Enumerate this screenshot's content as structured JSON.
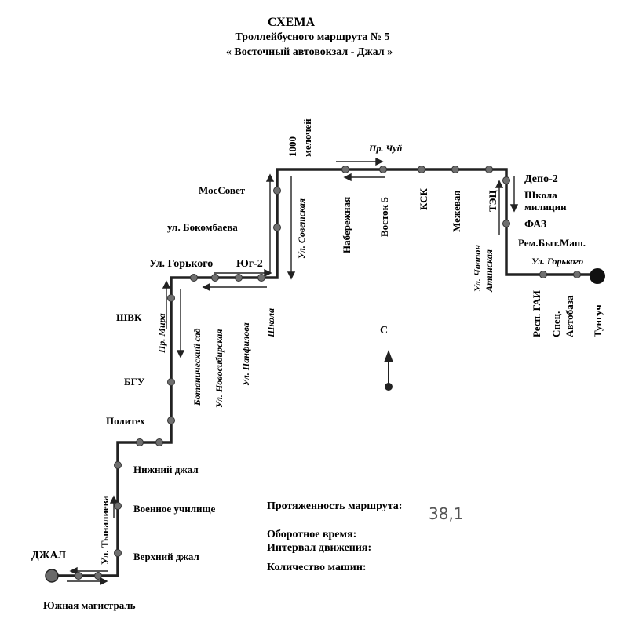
{
  "header": {
    "title": "СХЕМА",
    "subtitle": "Троллейбусного маршрута  № 5",
    "route_name": "« Восточный автовокзал - Джал »"
  },
  "stops": {
    "dzhal": "ДЖАЛ",
    "yuzhnaya": "Южная магистраль",
    "verkhniy": "Верхний джал",
    "voennoe": "Военное училище",
    "nizhniy": "Нижний джал",
    "tynalieva": "Ул. Тыналиева",
    "politekh": "Политех",
    "bgu": "БГУ",
    "shvk": "ШВК",
    "pr_mira": "Пр. Мира",
    "ul_gorkogo_w": "Ул. Горького",
    "botsad": "Ботанический сад",
    "novosibirskaya": "Ул. Новосибирская",
    "panfilova": "Ул. Панфилова",
    "shkola": "Школа",
    "yug2": "Юг-2",
    "bokombaeva": "ул. Бокомбаева",
    "mossovet": "МосСовет",
    "sovetskaya": "Ул. Советская",
    "melochey_1000": "1000",
    "melochey_word": "мелочей",
    "pr_chuy": "Пр. Чуй",
    "naberezhnaya": "Набережная",
    "vostok5": "Восток 5",
    "ksk": "КСК",
    "mezhevaya": "Межевая",
    "tets": "ТЭЦ",
    "cholpon_1": "Ул. Чолпон",
    "cholpon_2": "Атинская",
    "depo2": "Депо-2",
    "shkola_militsii_1": "Школа",
    "shkola_militsii_2": "милиции",
    "faz": "ФАЗ",
    "rembytmash": "Рем.Быт.Маш.",
    "ul_gorkogo_e": "Ул. Горького",
    "resp_gai": "Респ. ГАИ",
    "spets_1": "Спец.",
    "spets_2": "Автобаза",
    "tunguch": "Тунгуч"
  },
  "compass": {
    "label": "С"
  },
  "info": {
    "length_label": "Протяженность маршрута:",
    "length_value": "38,1",
    "turnaround_label": "Оборотное время:",
    "interval_label": "Интервал движения:",
    "vehicles_label": "Количество машин:"
  },
  "colors": {
    "line": "#222222",
    "stop_fill": "#6f6f6f",
    "terminal_fill": "#111111"
  }
}
